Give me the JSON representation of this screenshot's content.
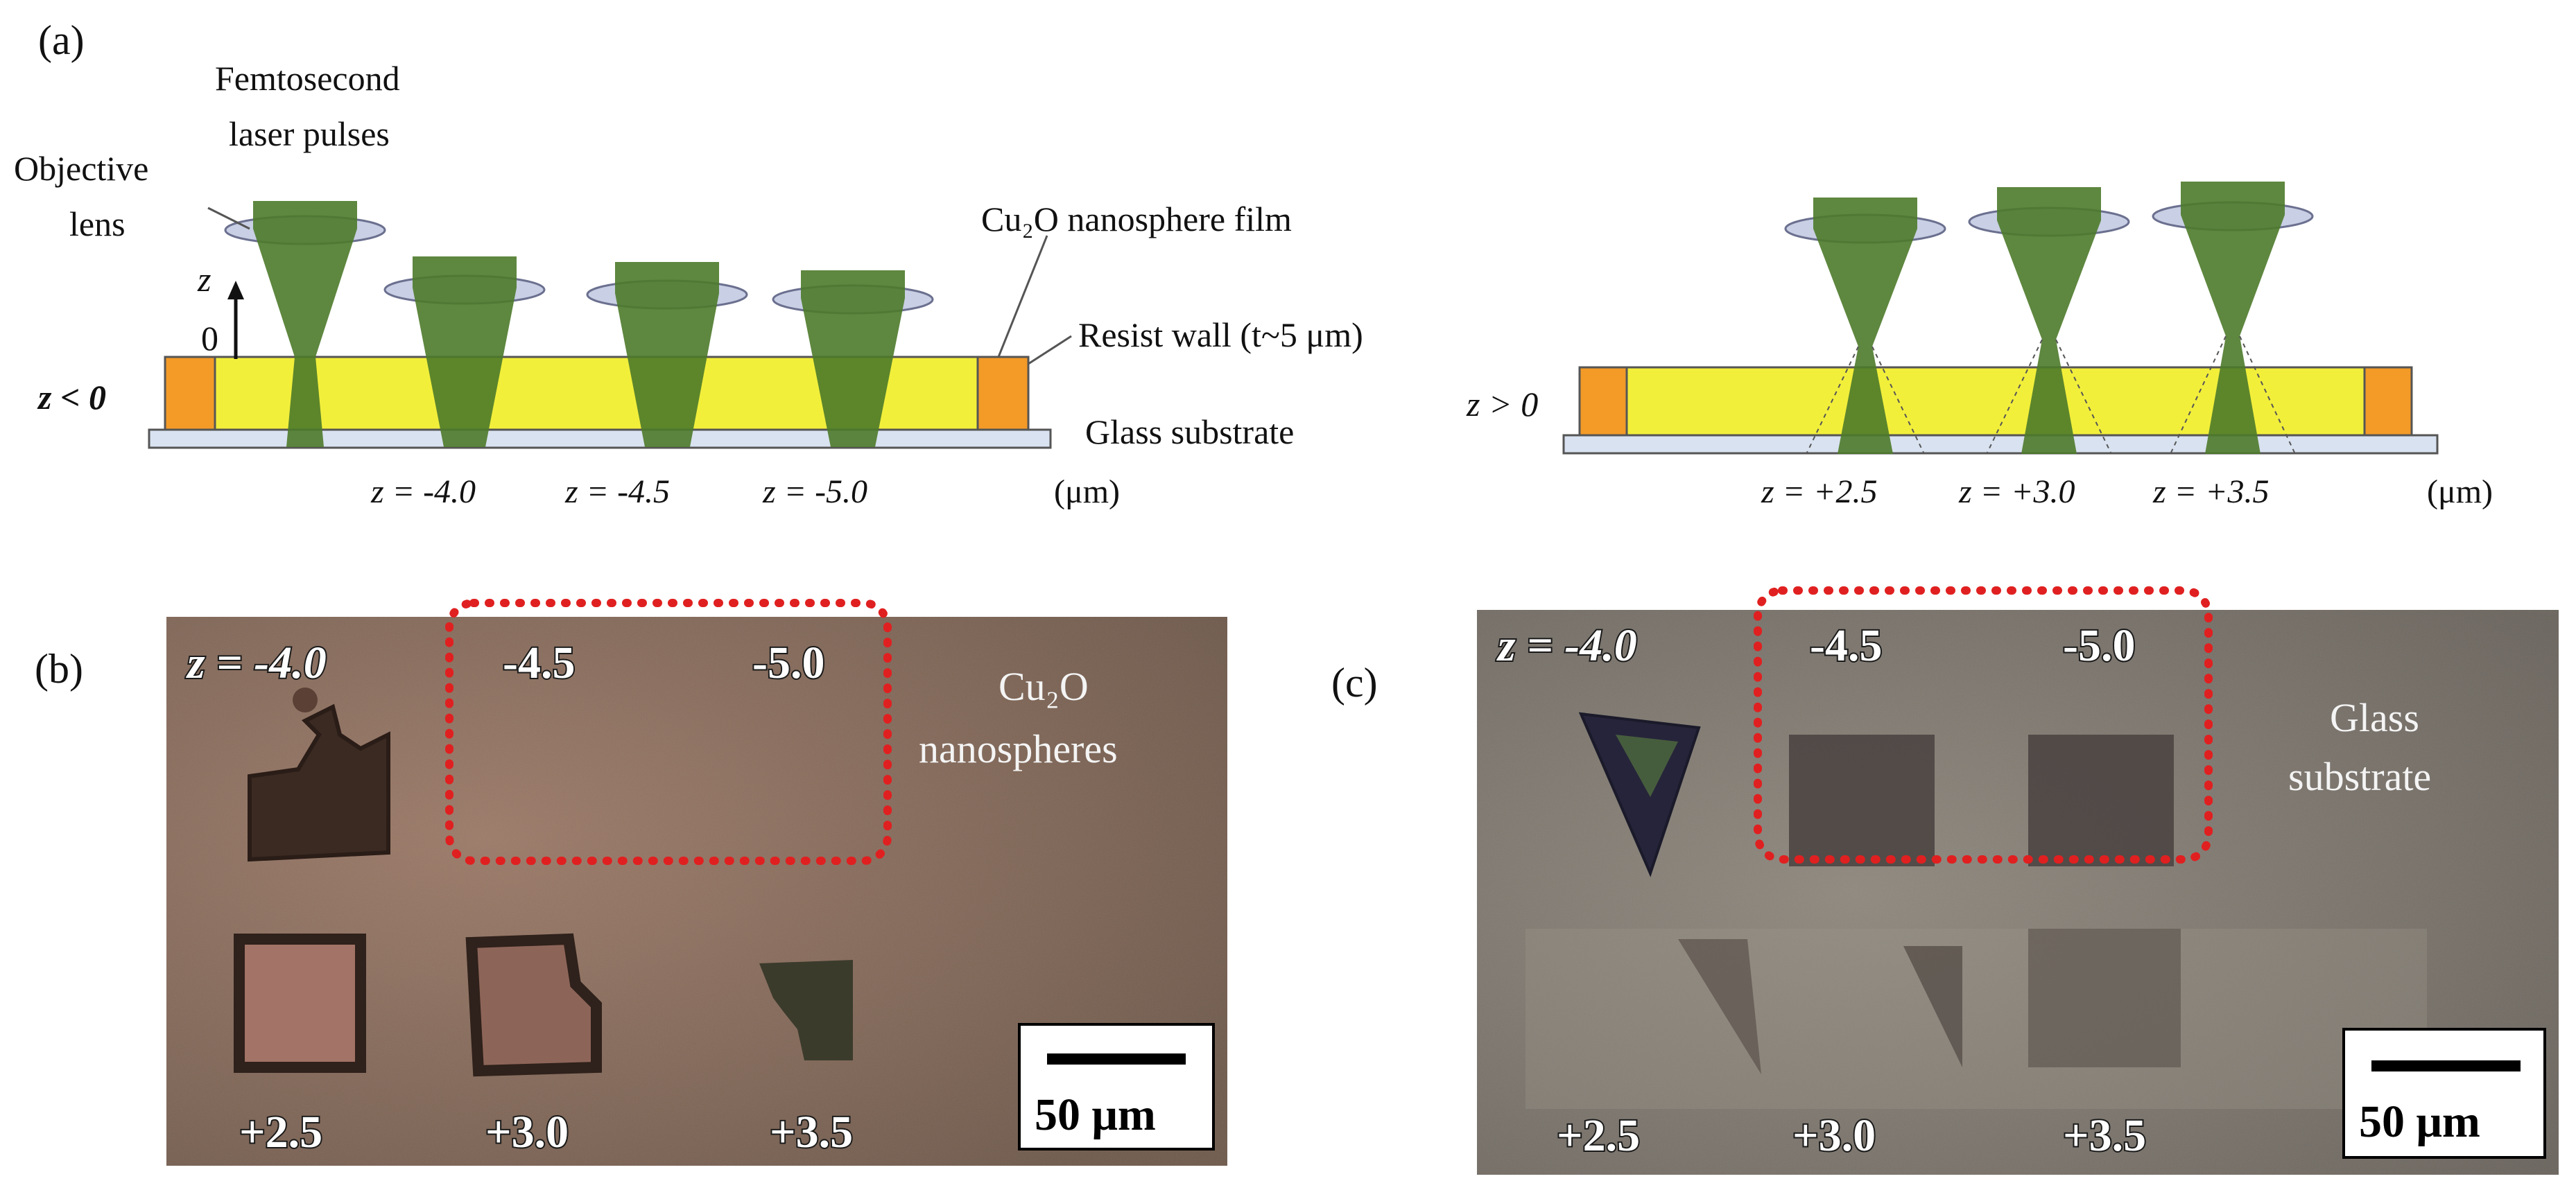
{
  "panel_a": {
    "label": "(a)",
    "femto_line1": "Femtosecond",
    "femto_line2": "laser pulses",
    "objective_line1": "Objective",
    "objective_line2": "lens",
    "film_label": "Cu₂O nanosphere film",
    "resist_label": "Resist wall (t~5 μm)",
    "glass_label": "Glass substrate",
    "z_axis": "z",
    "zero": "0",
    "z_less": "z < 0",
    "z_greater": "z > 0",
    "left_positions": [
      "z = -4.0",
      "z = -4.5",
      "z = -5.0"
    ],
    "right_positions": [
      "z = +2.5",
      "z = +3.0",
      "z = +3.5"
    ],
    "unit_left": "(μm)",
    "unit_right": "(μm)"
  },
  "panel_b": {
    "label": "(b)",
    "top_labels": [
      "z = -4.0",
      "-4.5",
      "-5.0"
    ],
    "bottom_labels": [
      "+2.5",
      "+3.0",
      "+3.5"
    ],
    "material_line1": "Cu₂O",
    "material_line2": "nanospheres",
    "scale": "50 μm"
  },
  "panel_c": {
    "label": "(c)",
    "top_labels": [
      "z = -4.0",
      "-4.5",
      "-5.0"
    ],
    "bottom_labels": [
      "+2.5",
      "+3.0",
      "+3.5"
    ],
    "material_line1": "Glass",
    "material_line2": "substrate",
    "scale": "50 μm"
  },
  "colors": {
    "film": "#f2ef3b",
    "resist": "#f39a27",
    "glass": "#d9e2f0",
    "beam": "#4d7a2a",
    "lens": "#c9cfe4",
    "photo_b": "#8a6e5e",
    "photo_c": "#7f776f",
    "highlight": "#e02020"
  }
}
